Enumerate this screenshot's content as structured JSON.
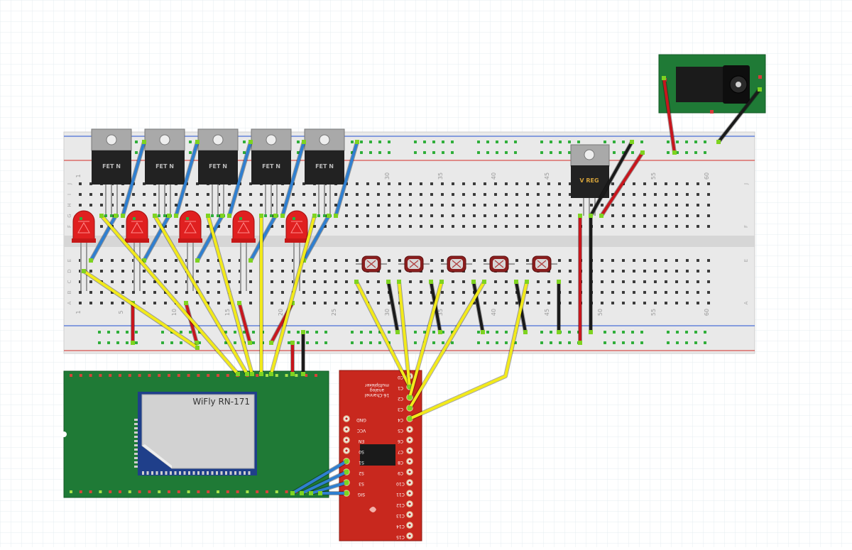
{
  "colors": {
    "grid": "#e6ecf1",
    "breadboard": "#e9e9e9",
    "rail_red": "#d9534f",
    "rail_blue": "#4a6fd8",
    "hole_green": "#2fae3a",
    "pcb_green": "#1f7a36",
    "sparkfun_red": "#c8281e",
    "wire_yellow": "#f2ea1b",
    "wire_blue": "#2f7fd0",
    "wire_red": "#c8161d",
    "wire_black": "#1a1a1a",
    "led_red": "#e02020",
    "to220_body": "#222222",
    "to220_tab": "#a9a9a9"
  },
  "breadboard": {
    "column_numbers": [
      "1",
      "5",
      "10",
      "15",
      "20",
      "25",
      "30",
      "35",
      "40",
      "45",
      "50",
      "55",
      "60"
    ],
    "row_letters_top": [
      "J",
      "I",
      "H",
      "G",
      "F"
    ],
    "row_letters_bottom": [
      "E",
      "D",
      "C",
      "B",
      "A"
    ]
  },
  "fets": [
    {
      "label": "FET N"
    },
    {
      "label": "FET N"
    },
    {
      "label": "FET N"
    },
    {
      "label": "FET N"
    },
    {
      "label": "FET N"
    }
  ],
  "vreg": {
    "label": "V REG"
  },
  "wifly": {
    "label": "WiFly RN-171"
  },
  "mux": {
    "title_lines": [
      "16-Channel",
      "analog",
      "multiplexer"
    ],
    "left_pins": [
      "GND",
      "VCC",
      "EN",
      "S0",
      "S1",
      "S2",
      "S3",
      "SIG"
    ],
    "right_pins": [
      "C0",
      "C1",
      "C2",
      "C3",
      "C4",
      "C5",
      "C6",
      "C7",
      "C8",
      "C9",
      "C10",
      "C11",
      "C12",
      "C13",
      "C14",
      "C15"
    ]
  }
}
